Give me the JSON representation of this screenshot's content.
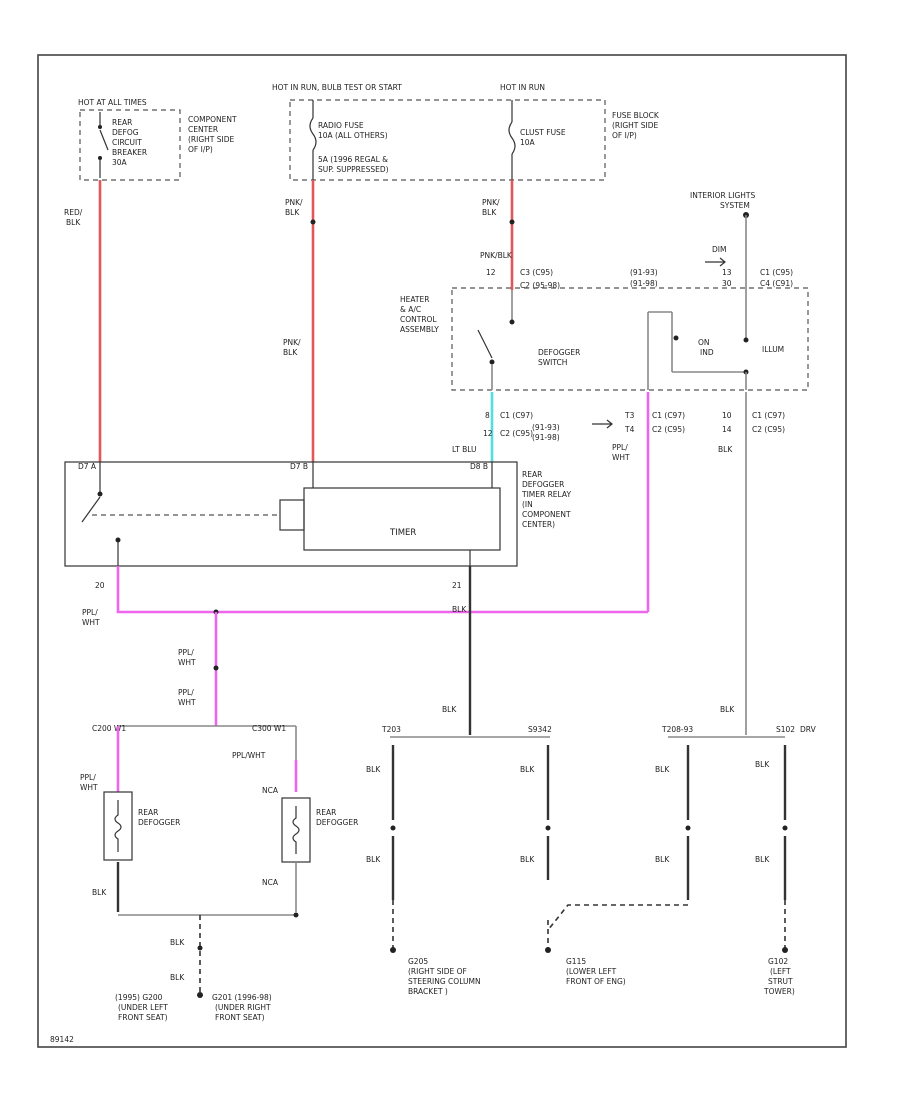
{
  "labels": {
    "hot_at_all_times": "HOT AT ALL TIMES",
    "hot_in_run_bulb": "HOT IN RUN, BULB TEST OR START",
    "hot_in_run": "HOT IN RUN",
    "rear_defog_cb": [
      "REAR",
      "DEFOG",
      "CIRCUIT",
      "BREAKER",
      "30A"
    ],
    "component_center": [
      "COMPONENT",
      "CENTER",
      "(RIGHT SIDE",
      "OF I/P)"
    ],
    "radio_fuse": [
      "RADIO FUSE",
      "10A (ALL OTHERS)"
    ],
    "radio_fuse_2": [
      "5A   (1996 REGAL &",
      "SUP. SUPPRESSED)"
    ],
    "clust_fuse": [
      "CLUST FUSE",
      "10A"
    ],
    "fuse_block": [
      "FUSE BLOCK",
      "(RIGHT SIDE",
      "OF I/P)"
    ],
    "interior_lights": [
      "INTERIOR LIGHTS",
      "SYSTEM"
    ],
    "heater_ac": [
      "HEATER",
      "& A/C",
      "CONTROL",
      "ASSEMBLY"
    ],
    "defogger_switch": [
      "DEFOGGER",
      "SWITCH"
    ],
    "on_ind": [
      "ON",
      "IND"
    ],
    "illum": "ILLUM",
    "rear_defogger_timer": [
      "REAR",
      "DEFOGGER",
      "TIMER RELAY",
      "(IN",
      "COMPONENT",
      "CENTER)"
    ],
    "timer": "TIMER",
    "rear_defogger": [
      "REAR",
      "DEFOGGER"
    ],
    "g205": [
      "G205",
      "(RIGHT SIDE OF",
      "STEERING COLUMN",
      "BRACKET )"
    ],
    "g115": [
      "G115",
      "(LOWER LEFT",
      "FRONT OF ENG)"
    ],
    "g102": [
      "G102",
      "(LEFT",
      "STRUT",
      "TOWER)"
    ],
    "g200": [
      "(1995) G200",
      "(UNDER LEFT",
      "FRONT SEAT)"
    ],
    "g201": [
      "G201 (1996-98)",
      "(UNDER RIGHT",
      "FRONT SEAT)"
    ],
    "wire_red_blk": [
      "RED/",
      "BLK"
    ],
    "wire_pnk_blk_1": [
      "PNK/",
      "BLK"
    ],
    "wire_pnk_blk_2": [
      "PNK/",
      "BLK"
    ],
    "wire_pnk_blk_3": [
      "PNK/",
      "BLK"
    ],
    "wire_pnk_blk_4": "PNK/BLK",
    "conn_c3_12": [
      "12",
      "C3 (C95)"
    ],
    "conn_c2_96": [
      "C2 (95-98)"
    ],
    "conn_9593": [
      "(91-93)",
      "(91-98)"
    ],
    "dim": "DIM",
    "conn_13": [
      "13",
      "30"
    ],
    "conn_c1_c95": [
      "C1 (C95)",
      "C4 (C91)"
    ],
    "conn_8_12": [
      "8",
      "12"
    ],
    "conn_c1_c2": [
      "C1 (C97)",
      "C2 (C95)"
    ],
    "conn_9193": [
      "(91-93)",
      "(91-98)"
    ],
    "conn_t3": [
      "T3",
      "T4"
    ],
    "conn_c1c2b": [
      "C1 (C97)",
      "C2 (C95)"
    ],
    "conn_t10": [
      "10",
      "14"
    ],
    "conn_c1c2c": [
      "C1 (C97)",
      "C2 (C95)"
    ],
    "lt_blu": "LT BLU",
    "ppl_wht_1": [
      "PPL/",
      "WHT"
    ],
    "blk_right": "BLK",
    "pin_d7a": "D7 A",
    "pin_d7b": "D7 B",
    "pin_d8": "D8 B",
    "pin_20": "20",
    "pin_21": "21",
    "ppl_wht_2": [
      "PPL/",
      "WHT"
    ],
    "blk_mid": "BLK",
    "ppl_wht_3": [
      "PPL/",
      "WHT"
    ],
    "ppl_wht_4": [
      "PPL/",
      "WHT"
    ],
    "blk_center": "BLK",
    "blk_right2": "BLK",
    "c200": "C200 W1",
    "c300": "C300 W1",
    "ppl_wht_5": "PPL/WHT",
    "ppl_wht_6": [
      "PPL/",
      "WHT"
    ],
    "nca": "NCA",
    "nca2": "NCA",
    "t203": "T203",
    "s9342": "S9342",
    "t208": "T208-93",
    "s102": "S102",
    "blk_l1": "BLK",
    "blk_l2": "BLK",
    "blk_g1": "BLK",
    "blk_g2": "BLK",
    "blk_g3": "BLK",
    "blk_g4": "BLK",
    "blk_g5": "BLK",
    "blk_g6": "BLK",
    "blk_g7": "BLK",
    "blk_g8": "BLK",
    "blk_def": "BLK",
    "blk_s1": "BLK",
    "blk_s2": "BLK",
    "drv": "DRV",
    "fig_id": "89142"
  },
  "colors": {
    "red_wire": "#e05858",
    "pink_wire": "#ee66ee",
    "cyan_wire": "#55dddd",
    "black_wire": "#333333"
  }
}
